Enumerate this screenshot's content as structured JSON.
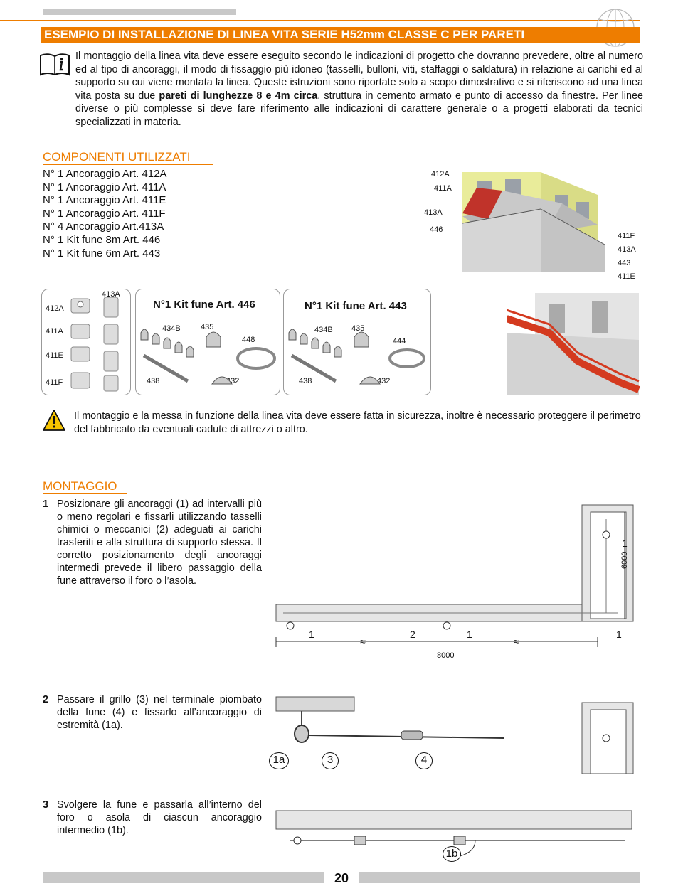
{
  "header": {
    "section_title": "ESEMPIO DI INSTALLAZIONE DI LINEA VITA SERIE H52mm CLASSE C PER PARETI"
  },
  "intro": {
    "p1": "Il montaggio della linea vita deve essere eseguito secondo le indicazioni di progetto che dovranno prevedere, oltre al numero ed al tipo di ancoraggi, il modo di fissaggio più idoneo (tasselli, bulloni, viti, staffaggi o saldatura) in relazione ai carichi ed al supporto su cui viene montata la linea. Queste istruzioni sono riportate solo a scopo dimostrativo e si riferiscono ad una linea vita posta su due ",
    "p1_bold": "pareti di lunghezze 8 e 4m circa",
    "p1_end": ", struttura in cemento armato e punto di accesso da finestre.",
    "p2": " Per linee diverse o più complesse si deve  fare riferimento alle indicazioni di carattere generale o a progetti elaborati da tecnici specializzati in materia."
  },
  "components": {
    "heading": "COMPONENTI UTILIZZATI",
    "items": [
      "N° 1 Ancoraggio Art. 412A",
      "N° 1 Ancoraggio Art. 411A",
      "N° 1 Ancoraggio Art. 411E",
      "N° 1 Ancoraggio Art. 411F",
      "N° 4 Ancoraggio Art.413A",
      "N° 1 Kit fune 8m Art. 446",
      "N° 1 Kit fune 6m Art. 443"
    ],
    "building_labels_left": [
      "412A",
      "411A",
      "413A",
      "446"
    ],
    "building_labels_right": [
      "411F",
      "413A",
      "443",
      "411E"
    ]
  },
  "parts_box": {
    "labels": [
      "412A",
      "413A",
      "411A",
      "411E",
      "411F"
    ]
  },
  "kits": [
    {
      "title": "N°1 Kit fune Art. 446",
      "parts": [
        "434B",
        "435",
        "448",
        "438",
        "432"
      ]
    },
    {
      "title": "N°1 Kit fune Art. 443",
      "parts": [
        "434B",
        "435",
        "444",
        "438",
        "432"
      ]
    }
  ],
  "warning": {
    "text": "Il montaggio e la messa in funzione della linea vita deve essere fatta in sicurezza, inoltre è necessario proteggere il perimetro del fabbricato da eventuali cadute di attrezzi o altro."
  },
  "montaggio": {
    "heading": "MONTAGGIO",
    "steps": [
      {
        "num": "1",
        "text": "Posizionare gli ancoraggi (1) ad intervalli più o meno regolari e fissarli utilizzando tasselli chimici o meccanici (2) adeguati ai carichi trasferiti e alla struttura di supporto stessa. Il corretto posizionamento degli ancoraggi intermedi prevede il libero passaggio della fune attraverso il foro o l’asola."
      },
      {
        "num": "2",
        "text": "Passare il grillo (3) nel terminale piombato della fune (4) e fissarlo all’ancoraggio di estremità (1a)."
      },
      {
        "num": "3",
        "text": "Svolgere la fune e passarla all’interno del foro o asola di ciascun ancoraggio intermedio (1b)."
      }
    ]
  },
  "diagram1": {
    "labels": [
      "1",
      "1",
      "2",
      "1",
      "1"
    ],
    "approx": [
      "≈",
      "≈"
    ],
    "dim_horizontal": "8000",
    "dim_vertical": "6000"
  },
  "diagram2": {
    "labels": [
      "1a",
      "3",
      "4"
    ]
  },
  "diagram3": {
    "labels": [
      "1b"
    ]
  },
  "footer": {
    "page_number": "20"
  }
}
